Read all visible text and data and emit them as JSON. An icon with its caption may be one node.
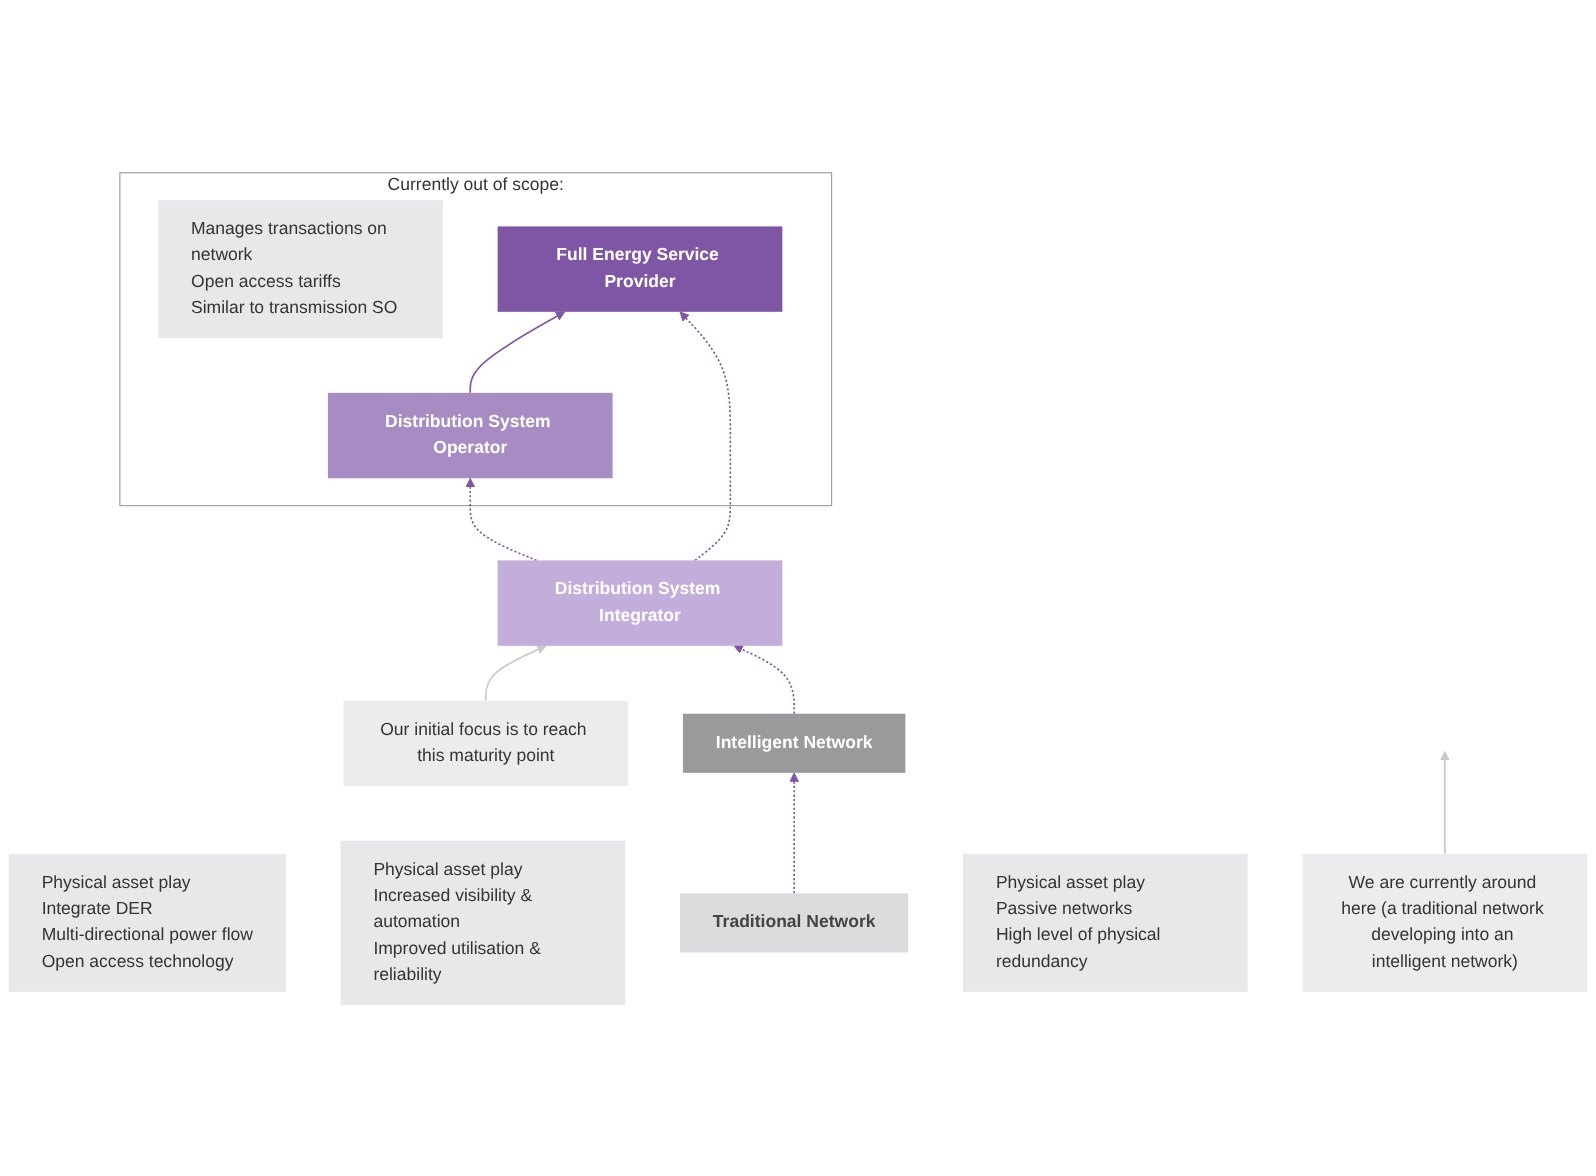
{
  "diagram": {
    "nodes": [
      {
        "text": [
          "Currently out of scope:"
        ]
      },
      {
        "text": [
          "Manages transactions on network",
          "Open access tariffs",
          "Similar to transmission SO"
        ],
        "in": 0
      },
      {
        "text": [
          "Distribution System Operator"
        ],
        "in": 0
      },
      {
        "text": [
          "Full Energy Service Provider"
        ],
        "in": 0
      },
      {
        "text": [
          "Physical asset play",
          "Integrate DER",
          "Multi-directional power flow",
          "Open access technology"
        ]
      },
      {
        "text": [
          "Distribution System Integrator"
        ]
      },
      {
        "text": [
          "Our initial focus is to reach this maturity point"
        ]
      },
      {
        "text": [
          "Physical asset play",
          "Increased visibility & automation",
          "Improved utilisation & reliability"
        ]
      },
      {
        "text": [
          "Intelligent Network"
        ]
      },
      {
        "text": [
          "We are currently around here (a traditional network developing into an intelligent network)"
        ]
      },
      {
        "text": [
          "Physical asset play",
          "Passive networks",
          "High level of physical redundancy"
        ]
      },
      {
        "text": [
          "Traditional Network"
        ]
      }
    ],
    "edges": [
      {
        "from": 2,
        "to": 3,
        "arrow": "to"
      },
      {
        "from": 5,
        "to": 2,
        "arrow": "to",
        "style": "dashed"
      },
      {
        "from": 5,
        "to": 3,
        "arrow": "to",
        "style": "dashed"
      },
      {
        "from": 6,
        "to": 5,
        "arrow": "to",
        "color": "#c8c8ca"
      },
      {
        "from": 8,
        "to": 5,
        "arrow": "to",
        "style": "dashed"
      },
      {
        "from": 9,
        "to": null,
        "arrow": "to",
        "color": "#c8c8ca"
      },
      {
        "from": 11,
        "to": 8,
        "arrow": "to",
        "style": "dashed"
      }
    ]
  }
}
